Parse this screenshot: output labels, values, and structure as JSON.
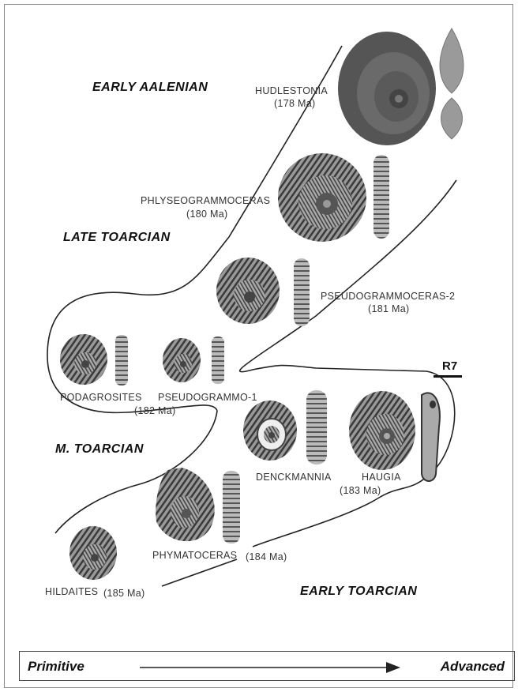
{
  "stages": {
    "early_aalenian": "EARLY AALENIAN",
    "late_toarcian": "LATE TOARCIAN",
    "m_toarcian": "M. TOARCIAN",
    "early_toarcian": "EARLY TOARCIAN"
  },
  "taxa": {
    "hudlestonia": {
      "name": "HUDLESTONIA",
      "age": "(178 Ma)"
    },
    "phlyseogrammoceras": {
      "name": "PHLYSEOGRAMMOCERAS",
      "age": "(180 Ma)"
    },
    "pseudogrammoceras_2": {
      "name": "PSEUDOGRAMMOCERAS-2",
      "age": "(181 Ma)"
    },
    "podagrosites": {
      "name": "PODAGROSITES"
    },
    "pseudogrammo_1": {
      "name": "PSEUDOGRAMMO-1",
      "age": "(182 Ma)"
    },
    "denckmannia": {
      "name": "DENCKMANNIA"
    },
    "haugia": {
      "name": "HAUGIA",
      "age": "(183 Ma)"
    },
    "phymatoceras": {
      "name": "PHYMATOCERAS",
      "age": "(184 Ma)"
    },
    "hildaites": {
      "name": "HILDAITES",
      "age": "(185 Ma)"
    }
  },
  "marker": "R7",
  "legend": {
    "left": "Primitive",
    "right": "Advanced"
  }
}
